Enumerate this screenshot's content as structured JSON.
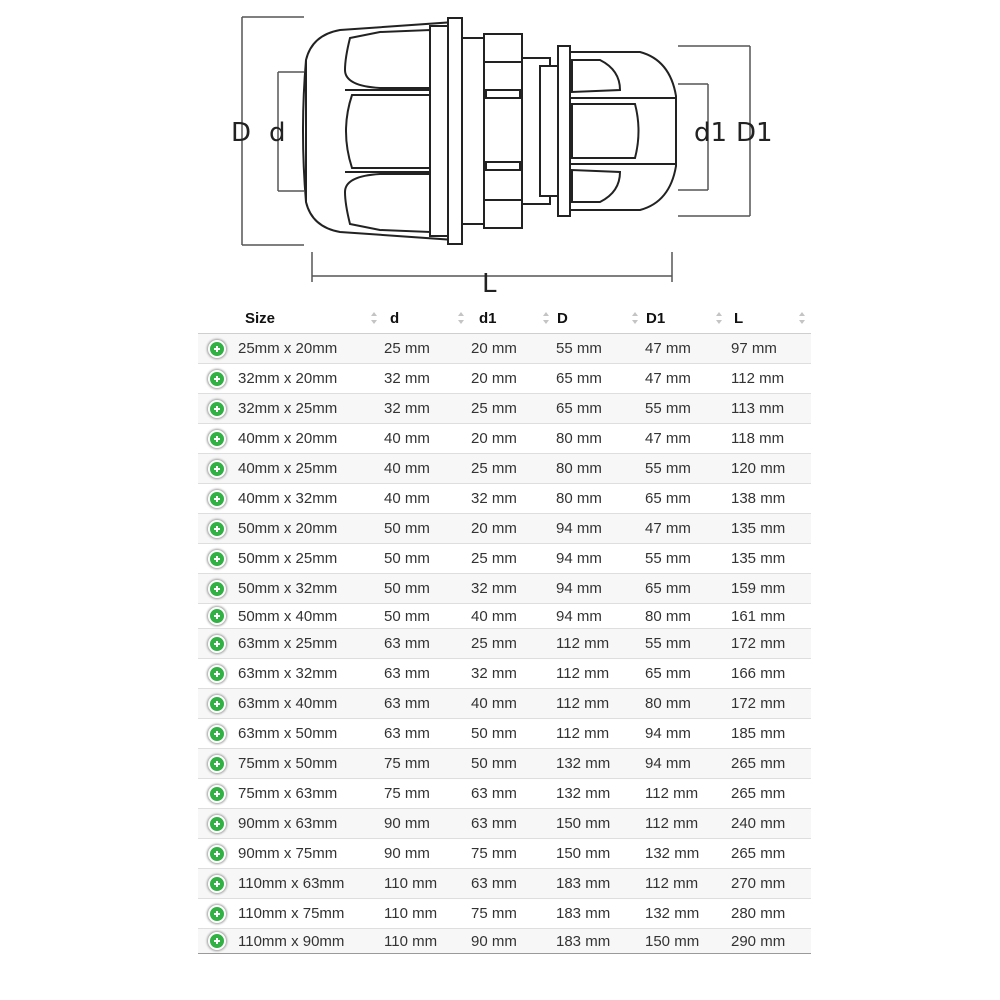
{
  "diagram": {
    "labels": {
      "D": "D",
      "d": "d",
      "d1": "d1",
      "D1": "D1",
      "L": "L"
    }
  },
  "table": {
    "columns": [
      {
        "key": "size",
        "label": "Size"
      },
      {
        "key": "d",
        "label": "d"
      },
      {
        "key": "d1",
        "label": "d1"
      },
      {
        "key": "D",
        "label": "D"
      },
      {
        "key": "D1",
        "label": "D1"
      },
      {
        "key": "L",
        "label": "L"
      }
    ],
    "expand_icon": "plus-circle-icon",
    "accent_color": "#31b043",
    "rows": [
      {
        "size": "25mm x 20mm",
        "d": "25 mm",
        "d1": "20 mm",
        "D": "55 mm",
        "D1": "47 mm",
        "L": "97 mm"
      },
      {
        "size": "32mm x 20mm",
        "d": "32 mm",
        "d1": "20 mm",
        "D": "65 mm",
        "D1": "47 mm",
        "L": "112 mm"
      },
      {
        "size": "32mm x 25mm",
        "d": "32 mm",
        "d1": "25 mm",
        "D": "65 mm",
        "D1": "55 mm",
        "L": "113 mm"
      },
      {
        "size": "40mm x 20mm",
        "d": "40 mm",
        "d1": "20 mm",
        "D": "80 mm",
        "D1": "47 mm",
        "L": "118 mm"
      },
      {
        "size": "40mm x 25mm",
        "d": "40 mm",
        "d1": "25 mm",
        "D": "80 mm",
        "D1": "55 mm",
        "L": "120 mm"
      },
      {
        "size": "40mm x 32mm",
        "d": "40 mm",
        "d1": "32 mm",
        "D": "80 mm",
        "D1": "65 mm",
        "L": "138 mm"
      },
      {
        "size": "50mm x 20mm",
        "d": "50 mm",
        "d1": "20 mm",
        "D": "94 mm",
        "D1": "47 mm",
        "L": "135 mm"
      },
      {
        "size": "50mm x 25mm",
        "d": "50 mm",
        "d1": "25 mm",
        "D": "94 mm",
        "D1": "55 mm",
        "L": "135 mm"
      },
      {
        "size": "50mm x 32mm",
        "d": "50 mm",
        "d1": "32 mm",
        "D": "94 mm",
        "D1": "65 mm",
        "L": "159 mm"
      },
      {
        "size": "50mm x 40mm",
        "d": "50 mm",
        "d1": "40 mm",
        "D": "94 mm",
        "D1": "80 mm",
        "L": "161 mm"
      },
      {
        "size": "63mm x 25mm",
        "d": "63 mm",
        "d1": "25 mm",
        "D": "112 mm",
        "D1": "55 mm",
        "L": "172 mm"
      },
      {
        "size": "63mm x 32mm",
        "d": "63 mm",
        "d1": "32 mm",
        "D": "112 mm",
        "D1": "65 mm",
        "L": "166 mm"
      },
      {
        "size": "63mm x 40mm",
        "d": "63 mm",
        "d1": "40 mm",
        "D": "112 mm",
        "D1": "80 mm",
        "L": "172 mm"
      },
      {
        "size": "63mm x 50mm",
        "d": "63 mm",
        "d1": "50 mm",
        "D": "112 mm",
        "D1": "94 mm",
        "L": "185 mm"
      },
      {
        "size": "75mm x 50mm",
        "d": "75 mm",
        "d1": "50 mm",
        "D": "132 mm",
        "D1": "94 mm",
        "L": "265 mm"
      },
      {
        "size": "75mm x 63mm",
        "d": "75 mm",
        "d1": "63 mm",
        "D": "132 mm",
        "D1": "112 mm",
        "L": "265 mm"
      },
      {
        "size": "90mm x 63mm",
        "d": "90 mm",
        "d1": "63 mm",
        "D": "150 mm",
        "D1": "112 mm",
        "L": "240 mm"
      },
      {
        "size": "90mm x 75mm",
        "d": "90 mm",
        "d1": "75 mm",
        "D": "150 mm",
        "D1": "132 mm",
        "L": "265 mm"
      },
      {
        "size": "110mm x 63mm",
        "d": "110 mm",
        "d1": "63 mm",
        "D": "183 mm",
        "D1": "112 mm",
        "L": "270 mm"
      },
      {
        "size": "110mm x 75mm",
        "d": "110 mm",
        "d1": "75 mm",
        "D": "183 mm",
        "D1": "132 mm",
        "L": "280 mm"
      },
      {
        "size": "110mm x 90mm",
        "d": "110 mm",
        "d1": "90 mm",
        "D": "183 mm",
        "D1": "150 mm",
        "L": "290 mm"
      }
    ]
  }
}
